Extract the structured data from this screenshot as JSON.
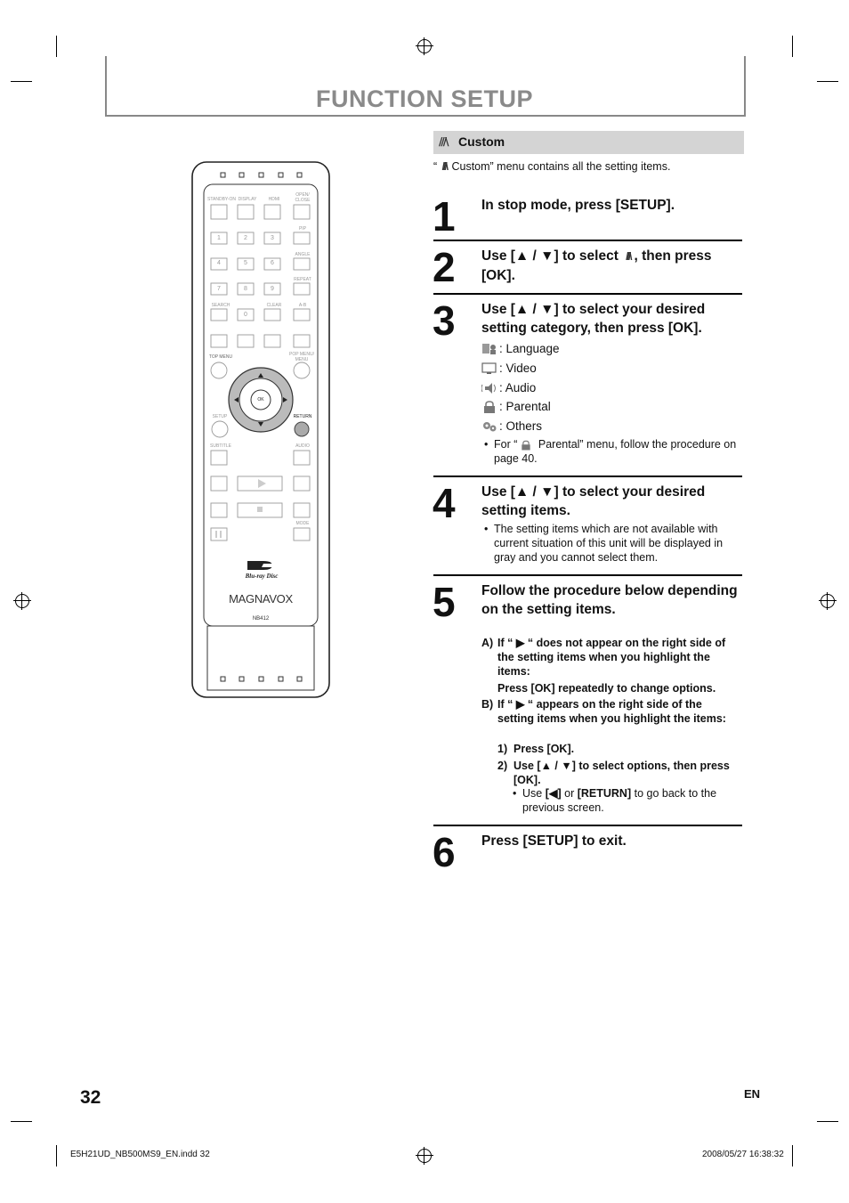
{
  "page": {
    "title": "FUNCTION SETUP",
    "page_number": "32",
    "language": "EN",
    "footer_left": "E5H21UD_NB500MS9_EN.indd   32",
    "footer_right": "2008/05/27   16:38:32"
  },
  "section": {
    "heading": "Custom",
    "intro_open": "“",
    "intro_rest": " Custom” menu contains all the setting items."
  },
  "steps": [
    {
      "num": "1",
      "text": "In stop mode, press [SETUP]."
    },
    {
      "num": "2",
      "text_a": "Use [▲ / ▼] to select",
      "text_b": ", then press [OK]."
    },
    {
      "num": "3",
      "text": "Use [▲ / ▼] to select your desired setting category, then press [OK].",
      "categories": [
        ": Language",
        ": Video",
        ": Audio",
        ": Parental",
        ": Others"
      ],
      "note_a": "For “",
      "note_b": " Parental” menu, follow the procedure on page 40."
    },
    {
      "num": "4",
      "text": "Use [▲ / ▼] to select your desired setting items.",
      "note": "The setting items which are not available with current situation of this unit will be displayed in gray and you cannot select them."
    },
    {
      "num": "5",
      "text": "Follow the procedure below depending on the setting items.",
      "a_label": "A)",
      "a_text": "If “ ▶ “ does not appear on the right side of the setting items when you highlight the items:",
      "a_action": "Press [OK] repeatedly to change options.",
      "b_label": "B)",
      "b_text": "If “ ▶ “ appears on the right side of the setting items when you highlight the items:",
      "b1_label": "1)",
      "b1_text": "Press [OK].",
      "b2_label": "2)",
      "b2_text": "Use [▲ / ▼] to select options, then press [OK].",
      "b2_note_a": "Use ",
      "b2_note_b": "[◀]",
      "b2_note_c": " or ",
      "b2_note_d": "[RETURN]",
      "b2_note_e": " to go back to the previous screen."
    },
    {
      "num": "6",
      "text": "Press [SETUP] to exit."
    }
  ],
  "remote": {
    "brand": "MAGNAVOX",
    "model": "NB412",
    "disc_logo": "Blu-ray Disc",
    "labels": {
      "standby": "STANDBY-ON",
      "display": "DISPLAY",
      "hdmi": "HDMI",
      "open_close": "OPEN/ CLOSE",
      "pip": "PIP",
      "angle": "ANGLE",
      "repeat": "REPEAT",
      "search": "SEARCH",
      "clear": "CLEAR",
      "ab": "A-B",
      "top_menu": "TOP MENU",
      "popup_menu": "POP MENU/ MENU",
      "setup": "SETUP",
      "return": "RETURN",
      "subtitle": "SUBTITLE",
      "audio": "AUDIO",
      "mode": "MODE",
      "ok": "OK"
    },
    "digits": [
      "1",
      "2",
      "3",
      "4",
      "5",
      "6",
      "7",
      "8",
      "9",
      "0"
    ]
  }
}
